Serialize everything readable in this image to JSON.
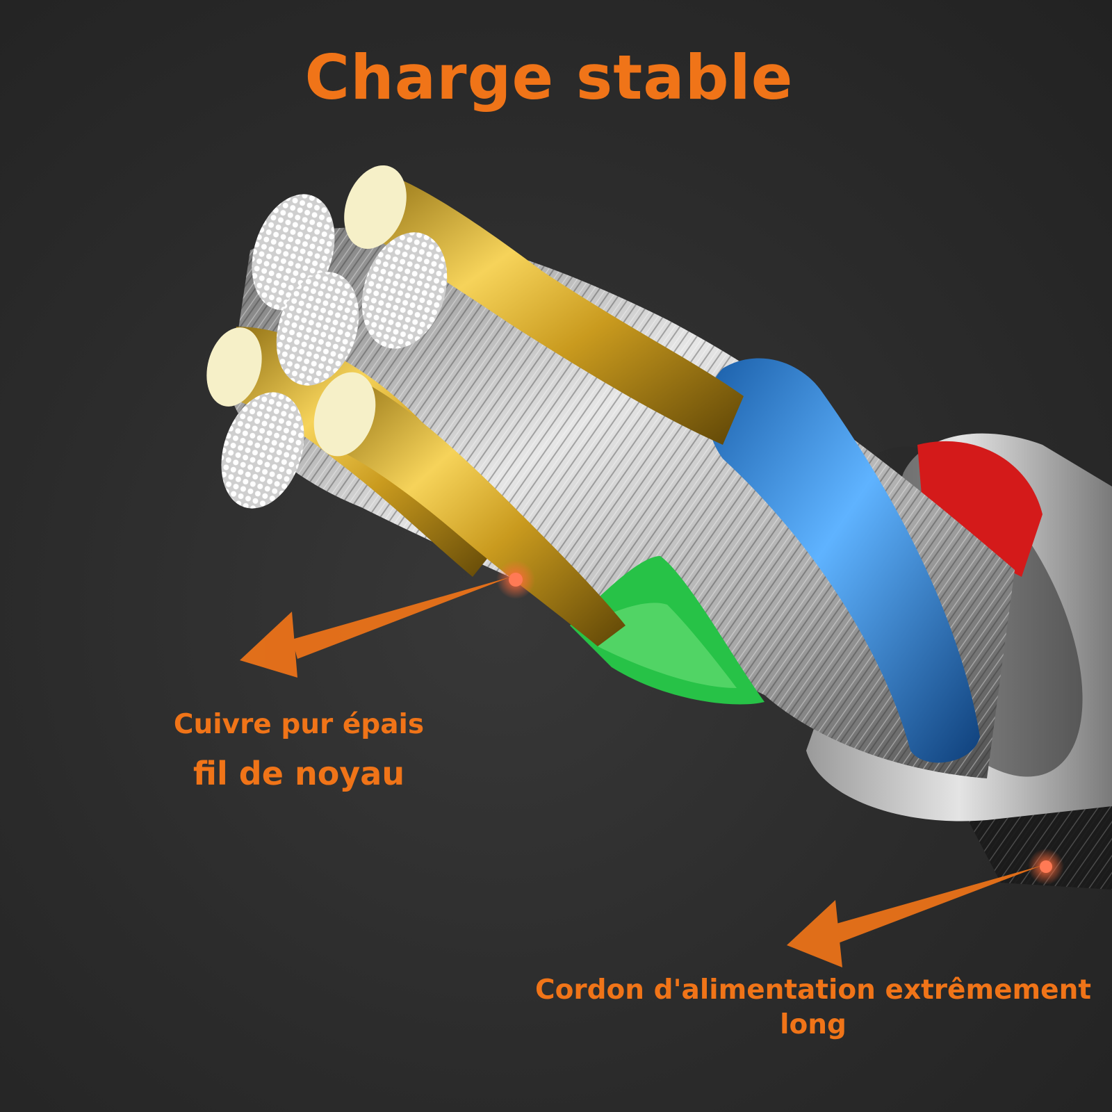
{
  "title": "Charge stable",
  "labels": {
    "core_wire_line1": "Cuivre pur épais",
    "core_wire_line2": "fil de noyau",
    "cord_line1": "Cordon d'alimentation extrêmement",
    "cord_line2": "long"
  },
  "colors": {
    "text_accent": "#f07418",
    "background": "#2b2b2b"
  }
}
